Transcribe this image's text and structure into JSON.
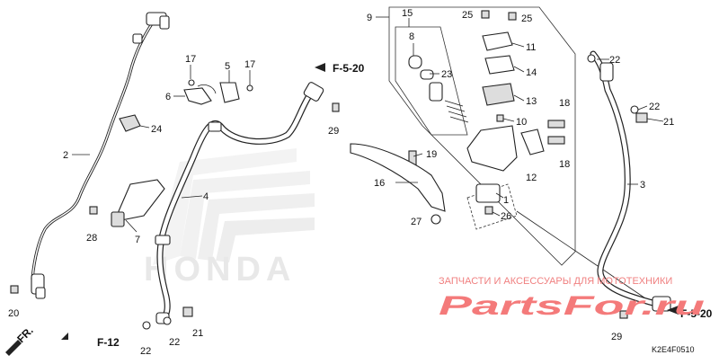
{
  "diagram": {
    "labels": {
      "l1": "1",
      "l2": "2",
      "l3": "3",
      "l4": "4",
      "l5": "5",
      "l6": "6",
      "l7": "7",
      "l8": "8",
      "l9": "9",
      "l10": "10",
      "l11": "11",
      "l12": "12",
      "l13": "13",
      "l14": "14",
      "l15": "15",
      "l16": "16",
      "l17a": "17",
      "l17b": "17",
      "l18a": "18",
      "l18b": "18",
      "l19": "19",
      "l20": "20",
      "l21a": "21",
      "l21b": "21",
      "l22a": "22",
      "l22b": "22",
      "l22c": "22",
      "l22d": "22",
      "l23": "23",
      "l24": "24",
      "l25a": "25",
      "l25b": "25",
      "l26": "26",
      "l27": "27",
      "l28": "28",
      "l29a": "29",
      "l29b": "29"
    },
    "refs": {
      "f520_top": "F-5-20",
      "f520_bottom": "F-5-20",
      "f12": "F-12",
      "front": "FR."
    },
    "watermark": "HONDA",
    "shop_caption": "ЗАПЧАСТИ И АКСЕССУАРЫ ДЛЯ МОТОТЕХНИКИ",
    "shop_logo": "PartsFor.ru",
    "diagram_code": "K2E4F0510"
  }
}
